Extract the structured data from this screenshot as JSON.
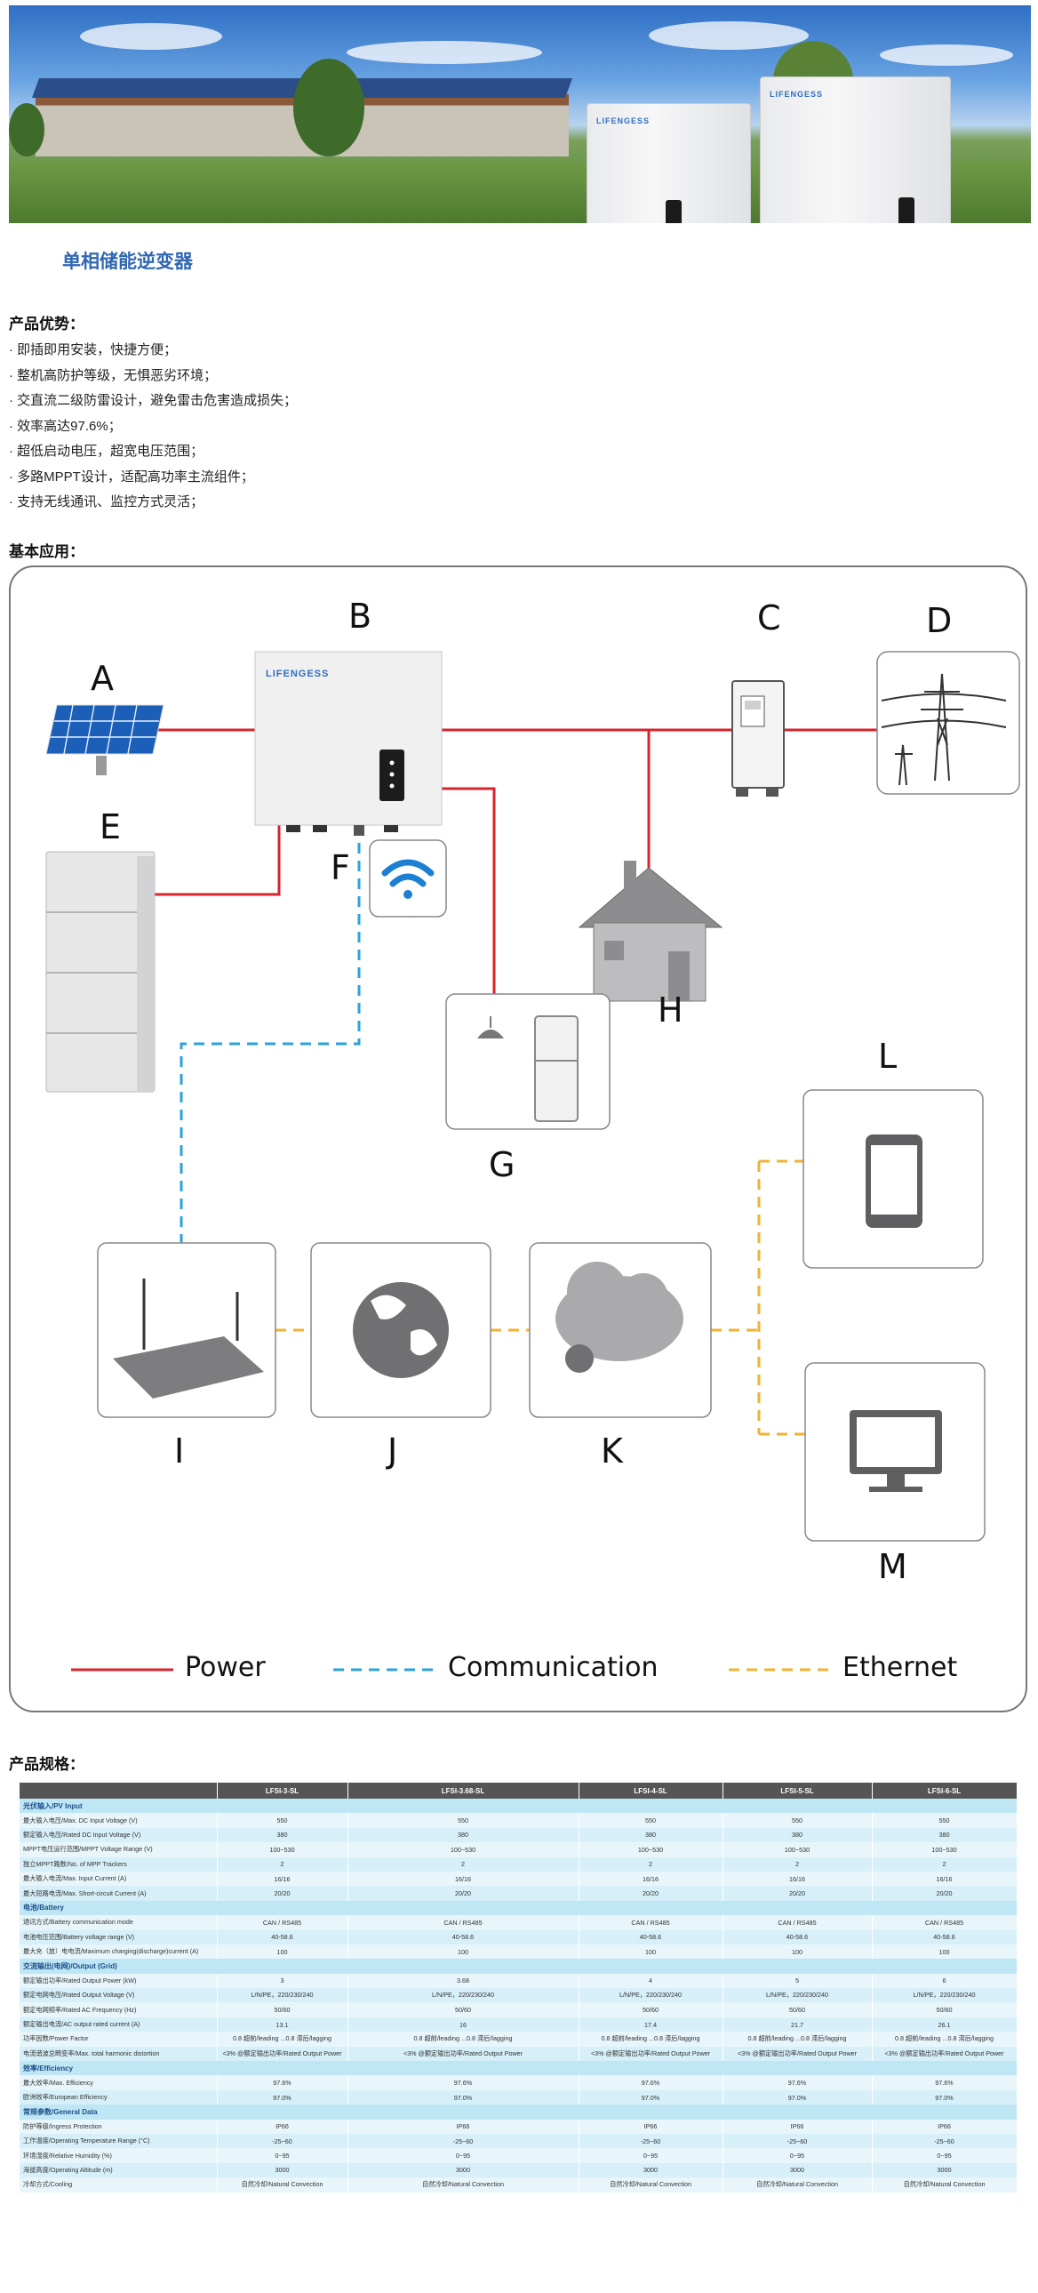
{
  "hero": {
    "brand_left": "LIFENGESS",
    "brand_right": "LIFENGESS",
    "title": "单相储能逆变器"
  },
  "advantages": {
    "heading": "产品优势：",
    "items": [
      "即插即用安装，快捷方便；",
      "整机高防护等级，无惧恶劣环境；",
      "交直流二级防雷设计，避免雷击危害造成损失；",
      "效率高达97.6%；",
      "超低启动电压，超宽电压范围；",
      "多路MPPT设计，适配高功率主流组件；",
      "支持无线通讯、监控方式灵活；"
    ]
  },
  "application": {
    "heading": "基本应用：",
    "labels": {
      "A": "A",
      "B": "B",
      "C": "C",
      "D": "D",
      "E": "E",
      "F": "F",
      "G": "G",
      "H": "H",
      "I": "I",
      "J": "J",
      "K": "K",
      "L": "L",
      "M": "M"
    },
    "inverter_brand": "LIFENGESS",
    "legend": {
      "power": "Power",
      "communication": "Communication",
      "ethernet": "Ethernet"
    },
    "colors": {
      "power": "#d9232e",
      "communication": "#2aa3dc",
      "ethernet": "#f2b233"
    }
  },
  "spec": {
    "heading": "产品规格：",
    "columns": [
      "",
      "LFSI-3-SL",
      "LFSI-3.68-SL",
      "LFSI-4-SL",
      "LFSI-5-SL",
      "LFSI-6-SL"
    ],
    "groups": [
      {
        "title": "光伏输入/PV Input",
        "rows": [
          [
            "最大输入电压/Max. DC Input Voltage (V)",
            "550",
            "550",
            "550",
            "550",
            "550"
          ],
          [
            "额定输入电压/Rated DC Input Voltage (V)",
            "380",
            "380",
            "380",
            "380",
            "380"
          ],
          [
            "MPPT电压运行范围/MPPT Voltage Range (V)",
            "100~530",
            "100~530",
            "100~530",
            "100~530",
            "100~530"
          ],
          [
            "独立MPPT路数/No. of MPP Trackers",
            "2",
            "2",
            "2",
            "2",
            "2"
          ],
          [
            "最大输入电流/Max. Input Current (A)",
            "16/16",
            "16/16",
            "16/16",
            "16/16",
            "16/16"
          ],
          [
            "最大短路电流/Max. Short-circuit Current (A)",
            "20/20",
            "20/20",
            "20/20",
            "20/20",
            "20/20"
          ]
        ]
      },
      {
        "title": "电池/Battery",
        "rows": [
          [
            "通讯方式/Battery communication mode",
            "CAN / RS485",
            "CAN / RS485",
            "CAN / RS485",
            "CAN / RS485",
            "CAN / RS485"
          ],
          [
            "电池电压范围/Battery voltage range (V)",
            "40-58.6",
            "40-58.6",
            "40-58.6",
            "40-58.6",
            "40-58.6"
          ],
          [
            "最大充（放）电电流/Maximum charging(discharge)current (A)",
            "100",
            "100",
            "100",
            "100",
            "100"
          ]
        ]
      },
      {
        "title": "交流输出(电网)/Output (Grid)",
        "rows": [
          [
            "额定输出功率/Rated Output Power (kW)",
            "3",
            "3.68",
            "4",
            "5",
            "6"
          ],
          [
            "额定电网电压/Rated Output Voltage (V)",
            "L/N/PE，220/230/240",
            "L/N/PE，220/230/240",
            "L/N/PE，220/230/240",
            "L/N/PE，220/230/240",
            "L/N/PE，220/230/240"
          ],
          [
            "额定电网频率/Rated AC Frequency (Hz)",
            "50/60",
            "50/60",
            "50/60",
            "50/60",
            "50/60"
          ],
          [
            "额定输出电流/AC output rated current (A)",
            "13.1",
            "16",
            "17.4",
            "21.7",
            "26.1"
          ],
          [
            "功率因数/Power Factor",
            "0.8 超前/leading ...0.8 滞后/lagging",
            "0.8 超前/leading ...0.8 滞后/lagging",
            "0.8 超前/leading ...0.8 滞后/lagging",
            "0.8 超前/leading ...0.8 滞后/lagging",
            "0.8 超前/leading ...0.8 滞后/lagging"
          ],
          [
            "电流谐波总畸变率/Max. total harmonic distortion",
            "<3% @额定输出功率/Rated Output Power",
            "<3% @额定输出功率/Rated Output Power",
            "<3% @额定输出功率/Rated Output Power",
            "<3% @额定输出功率/Rated Output Power",
            "<3% @额定输出功率/Rated Output Power"
          ]
        ]
      },
      {
        "title": "效率/Efficiency",
        "rows": [
          [
            "最大效率/Max. Efficiency",
            "97.6%",
            "97.6%",
            "97.6%",
            "97.6%",
            "97.6%"
          ],
          [
            "欧洲效率/European Efficiency",
            "97.0%",
            "97.0%",
            "97.0%",
            "97.0%",
            "97.0%"
          ]
        ]
      },
      {
        "title": "常规参数/General Data",
        "rows": [
          [
            "防护等级/Ingress Protection",
            "IP66",
            "IP66",
            "IP66",
            "IP66",
            "IP66"
          ],
          [
            "工作温度/Operating Temperature Range (°C)",
            "-25~60",
            "-25~60",
            "-25~60",
            "-25~60",
            "-25~60"
          ],
          [
            "环境湿度/Relative Humidity (%)",
            "0~95",
            "0~95",
            "0~95",
            "0~95",
            "0~95"
          ],
          [
            "海拔高度/Operating Altitude (m)",
            "3000",
            "3000",
            "3000",
            "3000",
            "3000"
          ],
          [
            "冷却方式/Cooling",
            "自然冷却/Natural Convection",
            "自然冷却/Natural Convection",
            "自然冷却/Natural Convection",
            "自然冷却/Natural Convection",
            "自然冷却/Natural Convection"
          ]
        ]
      }
    ]
  }
}
